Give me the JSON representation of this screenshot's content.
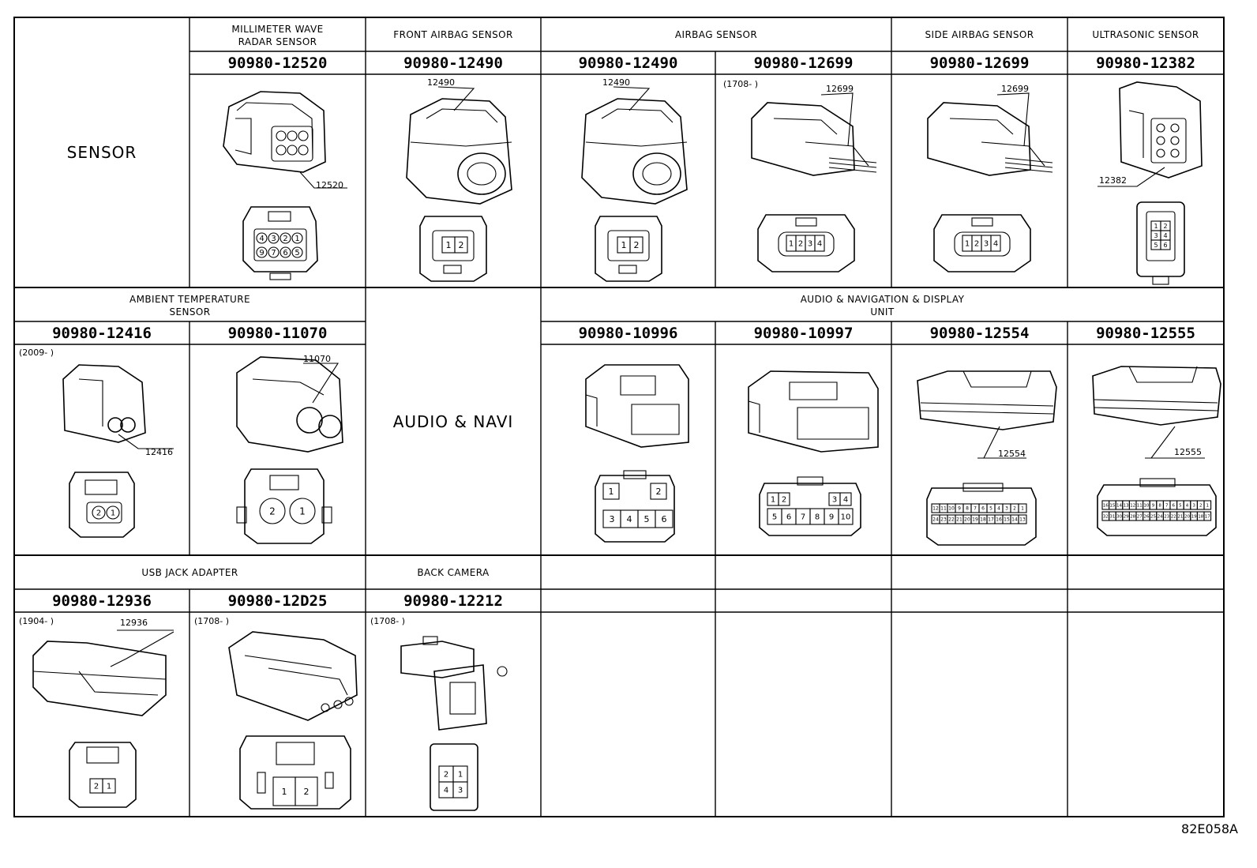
{
  "sensor_label": "SENSOR",
  "audio_label": "AUDIO & NAVI",
  "diagram_code": "82E058A",
  "row1": {
    "headers": {
      "millimeter": [
        "MILLIMETER WAVE",
        "RADAR SENSOR"
      ],
      "front_airbag": "FRONT AIRBAG SENSOR",
      "airbag": "AIRBAG SENSOR",
      "side_airbag": "SIDE AIRBAG SENSOR",
      "ultrasonic": "ULTRASONIC SENSOR"
    },
    "part_numbers": [
      "90980-12520",
      "90980-12490",
      "90980-12490",
      "90980-12699",
      "90980-12699",
      "90980-12382"
    ],
    "callouts": [
      "12520",
      "12490",
      "12490",
      "12699",
      "12699",
      "12382"
    ],
    "notes": {
      "airbag_12699": "(1708-      )"
    }
  },
  "row2": {
    "headers": {
      "ambient": [
        "AMBIENT TEMPERATURE",
        "SENSOR"
      ],
      "audio_unit": [
        "AUDIO & NAVIGATION & DISPLAY",
        "UNIT"
      ]
    },
    "part_numbers": [
      "90980-12416",
      "90980-11070",
      "90980-10996",
      "90980-10997",
      "90980-12554",
      "90980-12555"
    ],
    "callouts": [
      "12416",
      "11070",
      "12554",
      "12555"
    ],
    "notes": {
      "ambient_12416": "(2009-      )"
    }
  },
  "row3": {
    "headers": {
      "usb": "USB JACK ADAPTER",
      "back_camera": "BACK CAMERA"
    },
    "part_numbers": [
      "90980-12936",
      "90980-12D25",
      "90980-12212"
    ],
    "callouts": [
      "12936"
    ],
    "notes": {
      "usb_12936": "(1904-      )",
      "usb_12d25": "(1708-      )",
      "camera_12212": "(1708-      )"
    }
  },
  "pins": {
    "p12520_top": [
      "4",
      "3",
      "2",
      "1"
    ],
    "p12520_bot": [
      "9",
      "7",
      "6",
      "5"
    ],
    "p2": [
      "1",
      "2"
    ],
    "p4": [
      "1",
      "2",
      "3",
      "4"
    ],
    "p12382": [
      "1",
      "2",
      "3",
      "4",
      "5",
      "6"
    ],
    "p12416": [
      "2",
      "1"
    ],
    "p11070": [
      "2",
      "1"
    ],
    "p10996": [
      "1",
      "2",
      "3",
      "4",
      "5",
      "6"
    ],
    "p10997_top": [
      "1",
      "2",
      "3",
      "4"
    ],
    "p10997_bot": [
      "5",
      "6",
      "7",
      "8",
      "9",
      "10"
    ],
    "p12554_top": [
      "12",
      "11",
      "10",
      "9",
      "8",
      "7",
      "6",
      "5",
      "4",
      "3",
      "2",
      "1"
    ],
    "p12554_bot": [
      "24",
      "23",
      "22",
      "21",
      "20",
      "19",
      "18",
      "17",
      "16",
      "15",
      "14",
      "13"
    ],
    "p12555_top": [
      "16",
      "15",
      "14",
      "13",
      "12",
      "11",
      "10",
      "9",
      "8",
      "7",
      "6",
      "5",
      "4",
      "3",
      "2",
      "1"
    ],
    "p12555_bot": [
      "32",
      "31",
      "30",
      "29",
      "28",
      "27",
      "26",
      "25",
      "24",
      "23",
      "22",
      "21",
      "20",
      "19",
      "18",
      "17"
    ],
    "p12936": [
      "2",
      "1"
    ],
    "p12d25": [
      "1",
      "2"
    ],
    "p12212": [
      "2",
      "1",
      "4",
      "3"
    ]
  }
}
